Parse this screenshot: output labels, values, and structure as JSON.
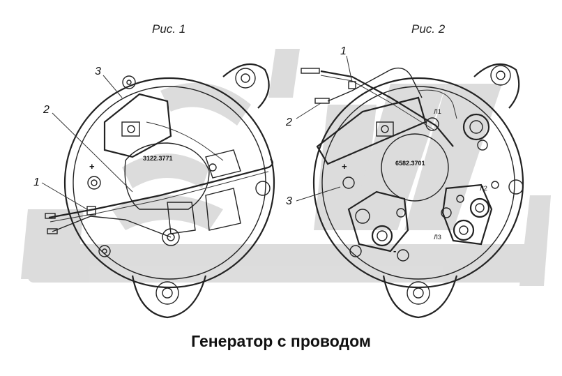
{
  "figure1": {
    "title": "Рис. 1",
    "part_number": "3122.3771",
    "callouts": [
      "1",
      "2",
      "3"
    ],
    "plus_sign": "+"
  },
  "figure2": {
    "title": "Рис. 2",
    "part_number": "6582.3701",
    "callouts": [
      "1",
      "2",
      "3"
    ],
    "plus_sign": "+",
    "minus_sign": "-",
    "terminals": [
      "Л1",
      "Л2",
      "Л3"
    ]
  },
  "caption": "Генератор с проводом",
  "colors": {
    "line": "#222222",
    "watermark": "#d6d6d6",
    "background": "#ffffff"
  }
}
